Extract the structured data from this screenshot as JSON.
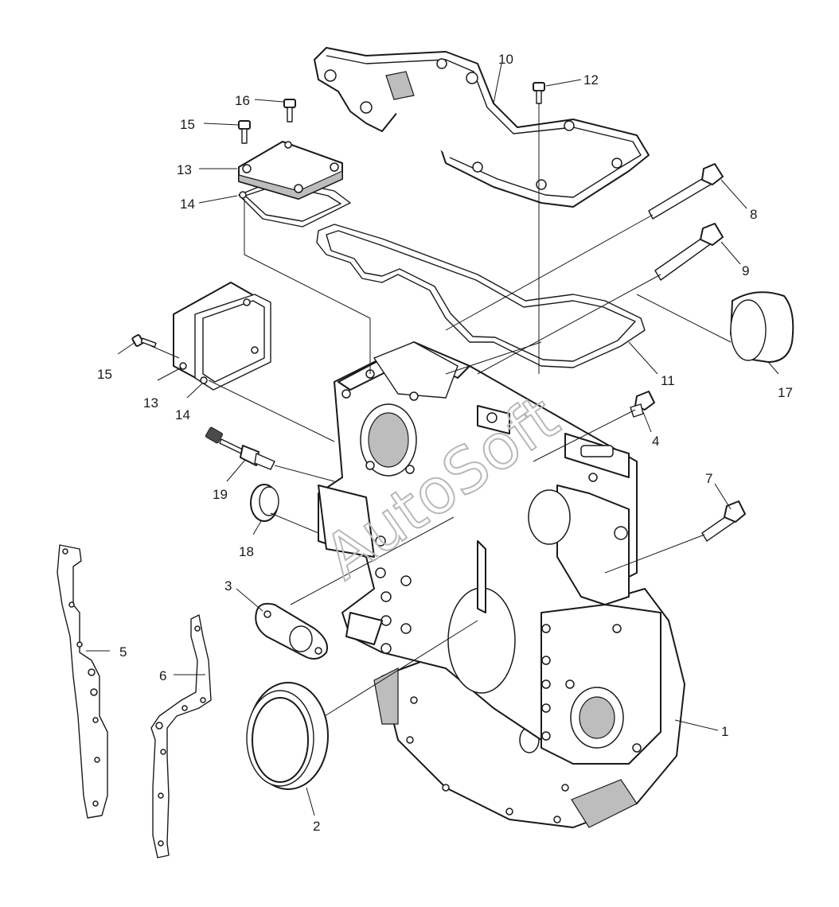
{
  "watermark": "AutoSoft",
  "callouts": {
    "c1": "1",
    "c2": "2",
    "c3": "3",
    "c4": "4",
    "c5": "5",
    "c6": "6",
    "c7": "7",
    "c8": "8",
    "c9": "9",
    "c10": "10",
    "c11": "11",
    "c12": "12",
    "c13a": "13",
    "c13b": "13",
    "c14a": "14",
    "c14b": "14",
    "c15a": "15",
    "c15b": "15",
    "c16": "16",
    "c17": "17",
    "c18": "18",
    "c19": "19"
  }
}
